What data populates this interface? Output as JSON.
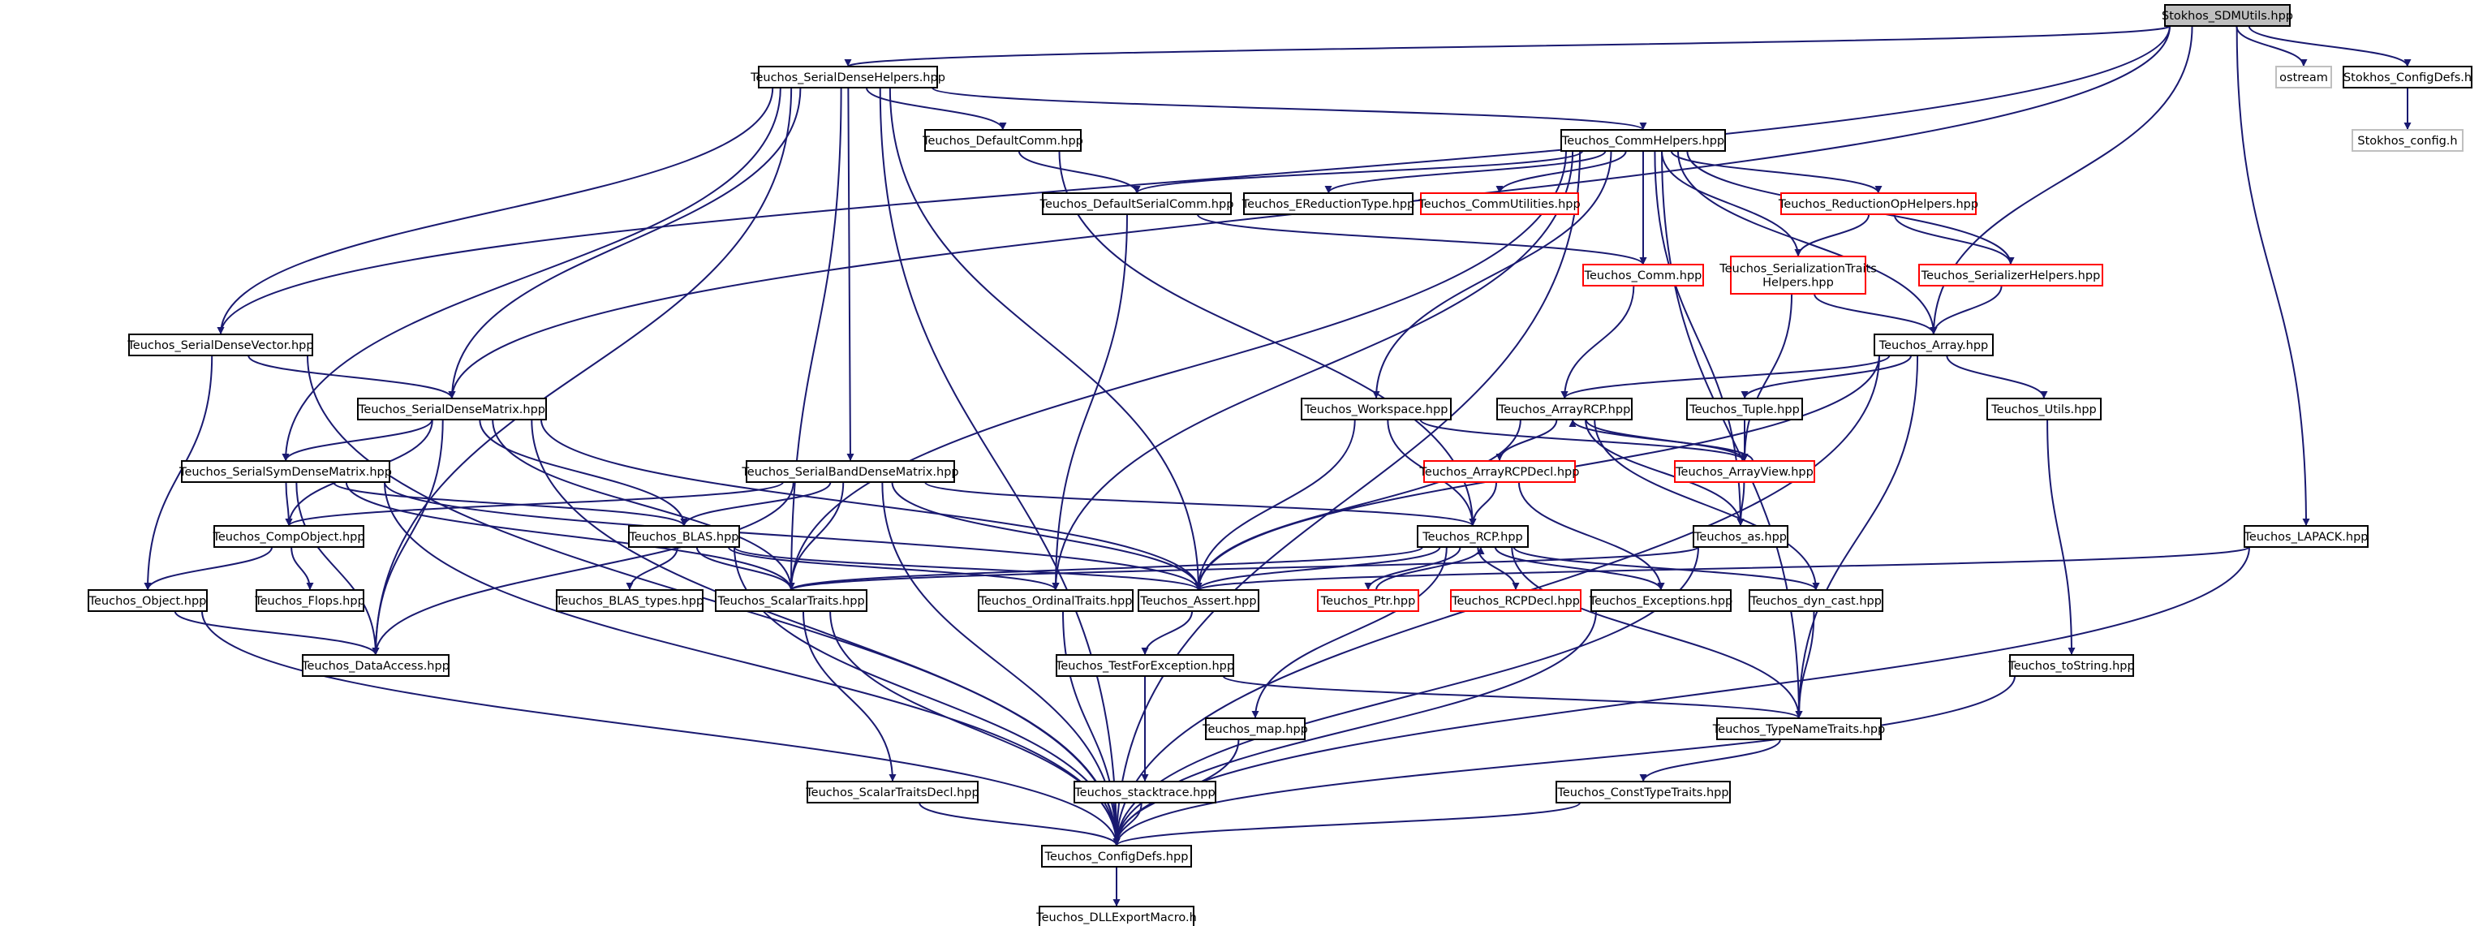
{
  "colors": {
    "edge": "#191970",
    "node_border_normal": "#000000",
    "node_border_truncated": "#ff0000",
    "node_border_external": "#bfbfbf",
    "root_fill": "#bfbfbf",
    "node_fill": "#ffffff"
  },
  "nodes": [
    {
      "id": "root",
      "label": "Stokhos_SDMUtils.hpp",
      "style": "root"
    },
    {
      "id": "sdh",
      "label": "Teuchos_SerialDenseHelpers.hpp",
      "style": "normal"
    },
    {
      "id": "ostream",
      "label": "ostream",
      "style": "external"
    },
    {
      "id": "cfgdefs",
      "label": "Stokhos_ConfigDefs.h",
      "style": "normal"
    },
    {
      "id": "stkcfg",
      "label": "Stokhos_config.h",
      "style": "external"
    },
    {
      "id": "defcomm",
      "label": "Teuchos_DefaultComm.hpp",
      "style": "normal"
    },
    {
      "id": "commh",
      "label": "Teuchos_CommHelpers.hpp",
      "style": "normal"
    },
    {
      "id": "defser",
      "label": "Teuchos_DefaultSerialComm.hpp",
      "style": "normal"
    },
    {
      "id": "ered",
      "label": "Teuchos_EReductionType.hpp",
      "style": "normal"
    },
    {
      "id": "commut",
      "label": "Teuchos_CommUtilities.hpp",
      "style": "truncated"
    },
    {
      "id": "redop",
      "label": "Teuchos_ReductionOpHelpers.hpp",
      "style": "truncated"
    },
    {
      "id": "comm",
      "label": "Teuchos_Comm.hpp",
      "style": "truncated"
    },
    {
      "id": "sertr",
      "label": "Teuchos_SerializationTraits Helpers.hpp",
      "style": "truncated"
    },
    {
      "id": "serh",
      "label": "Teuchos_SerializerHelpers.hpp",
      "style": "truncated"
    },
    {
      "id": "sdv",
      "label": "Teuchos_SerialDenseVector.hpp",
      "style": "normal"
    },
    {
      "id": "array",
      "label": "Teuchos_Array.hpp",
      "style": "normal"
    },
    {
      "id": "sdm",
      "label": "Teuchos_SerialDenseMatrix.hpp",
      "style": "normal"
    },
    {
      "id": "wks",
      "label": "Teuchos_Workspace.hpp",
      "style": "normal"
    },
    {
      "id": "arcp",
      "label": "Teuchos_ArrayRCP.hpp",
      "style": "normal"
    },
    {
      "id": "tuple",
      "label": "Teuchos_Tuple.hpp",
      "style": "normal"
    },
    {
      "id": "utils",
      "label": "Teuchos_Utils.hpp",
      "style": "normal"
    },
    {
      "id": "ssdm",
      "label": "Teuchos_SerialSymDenseMatrix.hpp",
      "style": "normal"
    },
    {
      "id": "sbdm",
      "label": "Teuchos_SerialBandDenseMatrix.hpp",
      "style": "normal"
    },
    {
      "id": "arcpd",
      "label": "Teuchos_ArrayRCPDecl.hpp",
      "style": "truncated"
    },
    {
      "id": "av",
      "label": "Teuchos_ArrayView.hpp",
      "style": "truncated"
    },
    {
      "id": "compobj",
      "label": "Teuchos_CompObject.hpp",
      "style": "normal"
    },
    {
      "id": "blas",
      "label": "Teuchos_BLAS.hpp",
      "style": "normal"
    },
    {
      "id": "rcp",
      "label": "Teuchos_RCP.hpp",
      "style": "normal"
    },
    {
      "id": "as",
      "label": "Teuchos_as.hpp",
      "style": "normal"
    },
    {
      "id": "lapack",
      "label": "Teuchos_LAPACK.hpp",
      "style": "normal"
    },
    {
      "id": "obj",
      "label": "Teuchos_Object.hpp",
      "style": "normal"
    },
    {
      "id": "flops",
      "label": "Teuchos_Flops.hpp",
      "style": "normal"
    },
    {
      "id": "blast",
      "label": "Teuchos_BLAS_types.hpp",
      "style": "normal"
    },
    {
      "id": "st",
      "label": "Teuchos_ScalarTraits.hpp",
      "style": "normal"
    },
    {
      "id": "ot",
      "label": "Teuchos_OrdinalTraits.hpp",
      "style": "normal"
    },
    {
      "id": "assert",
      "label": "Teuchos_Assert.hpp",
      "style": "normal"
    },
    {
      "id": "ptr",
      "label": "Teuchos_Ptr.hpp",
      "style": "truncated"
    },
    {
      "id": "rcpd",
      "label": "Teuchos_RCPDecl.hpp",
      "style": "truncated"
    },
    {
      "id": "exc",
      "label": "Teuchos_Exceptions.hpp",
      "style": "normal"
    },
    {
      "id": "dyn",
      "label": "Teuchos_dyn_cast.hpp",
      "style": "normal"
    },
    {
      "id": "da",
      "label": "Teuchos_DataAccess.hpp",
      "style": "normal"
    },
    {
      "id": "tfe",
      "label": "Teuchos_TestForException.hpp",
      "style": "normal"
    },
    {
      "id": "tostr",
      "label": "Teuchos_toString.hpp",
      "style": "normal"
    },
    {
      "id": "map",
      "label": "Teuchos_map.hpp",
      "style": "normal"
    },
    {
      "id": "tnt",
      "label": "Teuchos_TypeNameTraits.hpp",
      "style": "normal"
    },
    {
      "id": "std",
      "label": "Teuchos_ScalarTraitsDecl.hpp",
      "style": "normal"
    },
    {
      "id": "stack",
      "label": "Teuchos_stacktrace.hpp",
      "style": "normal"
    },
    {
      "id": "ctt",
      "label": "Teuchos_ConstTypeTraits.hpp",
      "style": "normal"
    },
    {
      "id": "tcfg",
      "label": "Teuchos_ConfigDefs.hpp",
      "style": "normal"
    },
    {
      "id": "dll",
      "label": "Teuchos_DLLExportMacro.h",
      "style": "normal"
    }
  ],
  "edges": [
    [
      "root",
      "sdh"
    ],
    [
      "root",
      "ostream"
    ],
    [
      "root",
      "cfgdefs"
    ],
    [
      "root",
      "array"
    ],
    [
      "root",
      "lapack"
    ],
    [
      "root",
      "sdv"
    ],
    [
      "root",
      "sdm"
    ],
    [
      "cfgdefs",
      "stkcfg"
    ],
    [
      "sdh",
      "defcomm"
    ],
    [
      "sdh",
      "commh"
    ],
    [
      "sdh",
      "sdv"
    ],
    [
      "sdh",
      "sdm"
    ],
    [
      "sdh",
      "ssdm"
    ],
    [
      "sdh",
      "sbdm"
    ],
    [
      "sdh",
      "st"
    ],
    [
      "sdh",
      "assert"
    ],
    [
      "sdh",
      "da"
    ],
    [
      "sdh",
      "tcfg"
    ],
    [
      "defcomm",
      "defser"
    ],
    [
      "defcomm",
      "rcp"
    ],
    [
      "commh",
      "defser"
    ],
    [
      "commh",
      "ered"
    ],
    [
      "commh",
      "commut"
    ],
    [
      "commh",
      "redop"
    ],
    [
      "commh",
      "comm"
    ],
    [
      "commh",
      "sertr"
    ],
    [
      "commh",
      "serh"
    ],
    [
      "commh",
      "array"
    ],
    [
      "commh",
      "wks"
    ],
    [
      "commh",
      "as"
    ],
    [
      "commh",
      "st"
    ],
    [
      "commh",
      "ot"
    ],
    [
      "commh",
      "tnt"
    ],
    [
      "commh",
      "tcfg"
    ],
    [
      "defser",
      "comm"
    ],
    [
      "defser",
      "ot"
    ],
    [
      "redop",
      "sertr"
    ],
    [
      "redop",
      "serh"
    ],
    [
      "comm",
      "arcp"
    ],
    [
      "sertr",
      "array"
    ],
    [
      "sertr",
      "av"
    ],
    [
      "serh",
      "array"
    ],
    [
      "array",
      "arcp"
    ],
    [
      "array",
      "tuple"
    ],
    [
      "array",
      "utils"
    ],
    [
      "array",
      "assert"
    ],
    [
      "array",
      "tnt"
    ],
    [
      "array",
      "tcfg"
    ],
    [
      "sdv",
      "sdm"
    ],
    [
      "sdv",
      "obj"
    ],
    [
      "sdv",
      "tcfg"
    ],
    [
      "sdm",
      "ssdm"
    ],
    [
      "sdm",
      "compobj"
    ],
    [
      "sdm",
      "blas"
    ],
    [
      "sdm",
      "st"
    ],
    [
      "sdm",
      "assert"
    ],
    [
      "sdm",
      "da"
    ],
    [
      "sdm",
      "tcfg"
    ],
    [
      "ssdm",
      "compobj"
    ],
    [
      "ssdm",
      "blas"
    ],
    [
      "ssdm",
      "st"
    ],
    [
      "ssdm",
      "assert"
    ],
    [
      "ssdm",
      "da"
    ],
    [
      "ssdm",
      "tcfg"
    ],
    [
      "sbdm",
      "compobj"
    ],
    [
      "sbdm",
      "blas"
    ],
    [
      "sbdm",
      "st"
    ],
    [
      "sbdm",
      "rcp"
    ],
    [
      "sbdm",
      "assert"
    ],
    [
      "sbdm",
      "da"
    ],
    [
      "sbdm",
      "tcfg"
    ],
    [
      "wks",
      "av"
    ],
    [
      "wks",
      "rcp"
    ],
    [
      "wks",
      "assert"
    ],
    [
      "arcp",
      "arcpd"
    ],
    [
      "arcp",
      "av"
    ],
    [
      "arcp",
      "as"
    ],
    [
      "arcp",
      "dyn"
    ],
    [
      "arcp",
      "assert"
    ],
    [
      "tuple",
      "av"
    ],
    [
      "av",
      "arcp"
    ],
    [
      "av",
      "as"
    ],
    [
      "arcpd",
      "rcp"
    ],
    [
      "arcpd",
      "exc"
    ],
    [
      "utils",
      "tostr"
    ],
    [
      "compobj",
      "obj"
    ],
    [
      "compobj",
      "flops"
    ],
    [
      "obj",
      "da"
    ],
    [
      "obj",
      "tcfg"
    ],
    [
      "blas",
      "blast"
    ],
    [
      "blas",
      "st"
    ],
    [
      "blas",
      "ot"
    ],
    [
      "blas",
      "assert"
    ],
    [
      "blas",
      "tcfg"
    ],
    [
      "rcp",
      "ptr"
    ],
    [
      "rcp",
      "rcpd"
    ],
    [
      "rcp",
      "exc"
    ],
    [
      "rcp",
      "dyn"
    ],
    [
      "rcp",
      "map"
    ],
    [
      "rcp",
      "assert"
    ],
    [
      "rcp",
      "st"
    ],
    [
      "rcp",
      "tnt"
    ],
    [
      "ptr",
      "rcp"
    ],
    [
      "as",
      "st"
    ],
    [
      "as",
      "tcfg"
    ],
    [
      "lapack",
      "assert"
    ],
    [
      "lapack",
      "tcfg"
    ],
    [
      "st",
      "std"
    ],
    [
      "st",
      "tcfg"
    ],
    [
      "ot",
      "tcfg"
    ],
    [
      "assert",
      "tfe"
    ],
    [
      "tfe",
      "stack"
    ],
    [
      "tfe",
      "tnt"
    ],
    [
      "tnt",
      "ctt"
    ],
    [
      "ctt",
      "tcfg"
    ],
    [
      "exc",
      "tcfg"
    ],
    [
      "dyn",
      "tnt"
    ],
    [
      "map",
      "tcfg"
    ],
    [
      "stack",
      "tcfg"
    ],
    [
      "std",
      "tcfg"
    ],
    [
      "tostr",
      "tcfg"
    ],
    [
      "tcfg",
      "dll"
    ]
  ]
}
